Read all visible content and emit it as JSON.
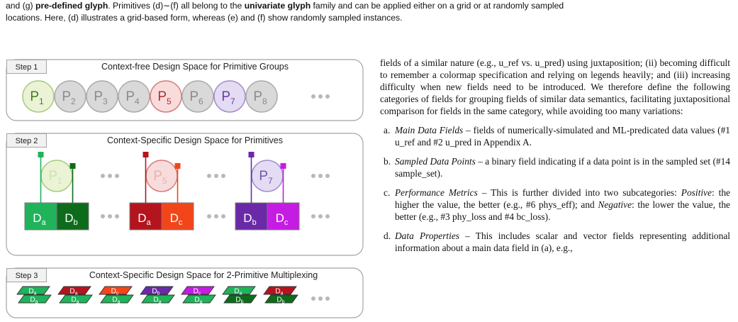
{
  "caption": {
    "lead": "and (g) ",
    "term1": "pre-defined glyph",
    "mid1": ". Primitives (d)∼(f) all belong to the ",
    "term2": "univariate glyph",
    "mid2": " family and can be applied either on a grid or at randomly sampled",
    "line2": "locations. Here, (d) illustrates a grid-based form, whereas (e) and (f) show randomly sampled instances."
  },
  "figure": {
    "step1": {
      "tag": "Step 1",
      "title": "Context-free Design Space for Primitive Groups",
      "primitives": [
        {
          "letter": "P",
          "sub": "1",
          "fill": "#eaf3d6",
          "stroke": "#a9cc7c",
          "text": "#4a7a20"
        },
        {
          "letter": "P",
          "sub": "2",
          "fill": "#d9d9d9",
          "stroke": "#ababab",
          "text": "#8a8a8a"
        },
        {
          "letter": "P",
          "sub": "3",
          "fill": "#d9d9d9",
          "stroke": "#ababab",
          "text": "#8a8a8a"
        },
        {
          "letter": "P",
          "sub": "4",
          "fill": "#d9d9d9",
          "stroke": "#ababab",
          "text": "#8a8a8a"
        },
        {
          "letter": "P",
          "sub": "5",
          "fill": "#f8dcdc",
          "stroke": "#d87c7c",
          "text": "#b03030"
        },
        {
          "letter": "P",
          "sub": "6",
          "fill": "#d9d9d9",
          "stroke": "#ababab",
          "text": "#8a8a8a"
        },
        {
          "letter": "P",
          "sub": "7",
          "fill": "#e4dcf2",
          "stroke": "#a48ad0",
          "text": "#6a3aa8"
        },
        {
          "letter": "P",
          "sub": "8",
          "fill": "#d9d9d9",
          "stroke": "#ababab",
          "text": "#8a8a8a"
        }
      ]
    },
    "step2": {
      "tag": "Step 2",
      "title": "Context-Specific Design Space for Primitives",
      "groups": [
        {
          "letter": "P",
          "sub": "1",
          "fill": "#eaf3d6",
          "stroke": "#a9cc7c",
          "text": "#cfe3ae",
          "fields": [
            {
              "letter": "D",
              "sub": "a",
              "color": "#1fb35a"
            },
            {
              "letter": "D",
              "sub": "b",
              "color": "#0e6b1c"
            }
          ]
        },
        {
          "letter": "P",
          "sub": "5",
          "fill": "#f8dcdc",
          "stroke": "#d87c7c",
          "text": "#eab1b1",
          "fields": [
            {
              "letter": "D",
              "sub": "a",
              "color": "#b4141e"
            },
            {
              "letter": "D",
              "sub": "c",
              "color": "#f2461a"
            }
          ]
        },
        {
          "letter": "P",
          "sub": "7",
          "fill": "#e4dcf2",
          "stroke": "#a48ad0",
          "text": "#7a52b6",
          "fields": [
            {
              "letter": "D",
              "sub": "b",
              "color": "#6a2aa8"
            },
            {
              "letter": "D",
              "sub": "c",
              "color": "#c41ce2"
            }
          ]
        }
      ]
    },
    "step3": {
      "tag": "Step 3",
      "title": "Context-Specific Design Space for 2-Primitive Multiplexing",
      "pairs": [
        {
          "top": {
            "sub": "a",
            "color": "#1fb35a"
          },
          "bottom": {
            "sub": "a",
            "color": "#1fb35a"
          }
        },
        {
          "top": {
            "sub": "a",
            "color": "#b4141e"
          },
          "bottom": {
            "sub": "a",
            "color": "#1fb35a"
          }
        },
        {
          "top": {
            "sub": "c",
            "color": "#f2461a"
          },
          "bottom": {
            "sub": "a",
            "color": "#1fb35a"
          }
        },
        {
          "top": {
            "sub": "b",
            "color": "#6a2aa8"
          },
          "bottom": {
            "sub": "a",
            "color": "#1fb35a"
          }
        },
        {
          "top": {
            "sub": "c",
            "color": "#c41ce2"
          },
          "bottom": {
            "sub": "a",
            "color": "#1fb35a"
          }
        },
        {
          "top": {
            "sub": "a",
            "color": "#1fb35a"
          },
          "bottom": {
            "sub": "b",
            "color": "#0e6b1c"
          }
        },
        {
          "top": {
            "sub": "a",
            "color": "#b4141e"
          },
          "bottom": {
            "sub": "b",
            "color": "#0e6b1c"
          }
        }
      ]
    }
  },
  "body": {
    "intro": "fields of a similar nature (e.g., u_ref vs. u_pred) using juxtaposition; (ii) becoming difficult to remember a colormap specification and relying on legends heavily; and (iii) increasing difficulty when new fields need to be introduced. We therefore define the following categories of fields for grouping fields of similar data semantics, facilitating juxtapositional comparison for fields in the same category, while avoiding too many variations:",
    "categories": [
      {
        "letter": "a.",
        "title": "Main Data Fields",
        "text": " – fields of numerically-simulated and ML-predicated data values (#1 u_ref and #2 u_pred in Appendix A."
      },
      {
        "letter": "b.",
        "title": "Sampled Data Points",
        "text": " – a binary field indicating if a data point is in the sampled set (#14 sample_set)."
      },
      {
        "letter": "c.",
        "title": "Performance Metrics",
        "text": " – This is further divided into two subcategories: ",
        "title2": "Positive",
        "text2": ": the higher the value, the better (e.g., #6 phys_eff); and ",
        "title3": "Negative",
        "text3": ": the lower the value, the better (e.g., #3 phy_loss and #4 bc_loss)."
      },
      {
        "letter": "d.",
        "title": "Data Properties",
        "text": " – This includes scalar and vector fields representing additional information about a main data field in (a), e.g.,"
      }
    ]
  }
}
